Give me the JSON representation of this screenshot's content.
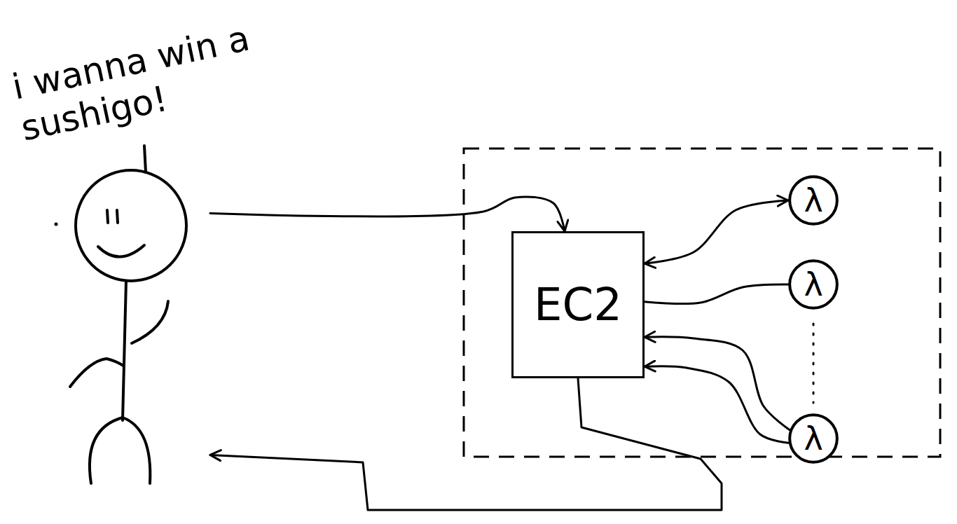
{
  "diagram": {
    "nodes": [
      {
        "text": [
          "i wanna win a sushigo!"
        ]
      },
      {
        "text": [
          "EC2"
        ]
      },
      {
        "text": [
          "λ"
        ]
      },
      {
        "text": [
          "λ"
        ]
      },
      {
        "text": [
          "λ"
        ]
      }
    ],
    "edges": [
      {
        "from": 0,
        "to": 1,
        "arrow": "to"
      },
      {
        "from": 1,
        "to": 2,
        "arrow": "both"
      },
      {
        "from": 1,
        "to": 3,
        "arrow": "none"
      },
      {
        "from": 4,
        "to": 1,
        "arrow": "to"
      },
      {
        "from": 4,
        "to": 1,
        "arrow": "to"
      },
      {
        "from": 1,
        "to": 0,
        "arrow": "to"
      }
    ]
  }
}
